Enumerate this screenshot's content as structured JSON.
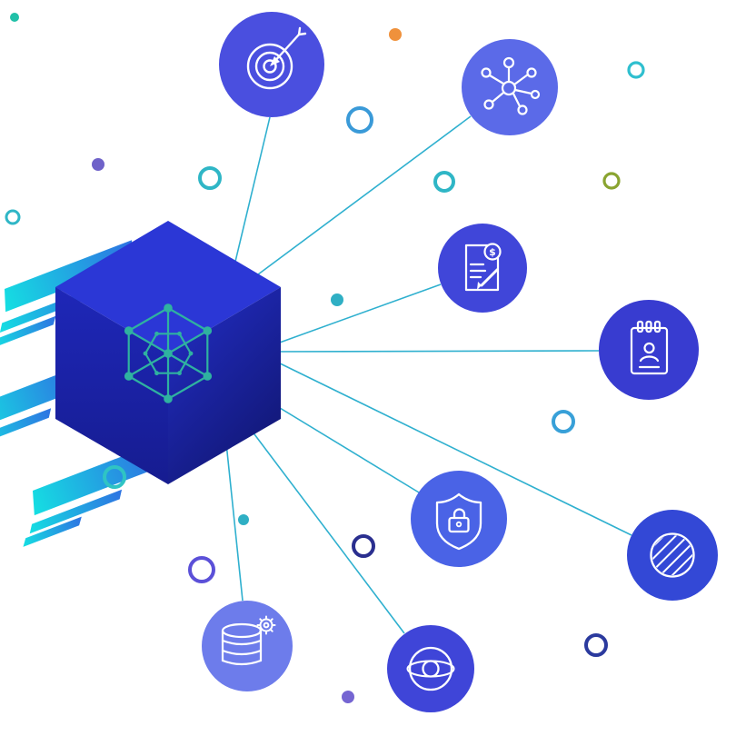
{
  "illustration": {
    "name": "connected-data-cube-network",
    "background": "#ffffff",
    "palette": {
      "icon_stroke": "#ffffff",
      "connector": "#2fb0cf",
      "wire": "#2fb2a0",
      "ribbon_from": "#15dfe2",
      "ribbon_to": "#2e72e2",
      "cube_top": "#2b37d6",
      "cube_left_from": "#1e27b8",
      "cube_left_to": "#161c90",
      "cube_right_from": "#232ec8",
      "cube_right_to": "#121878"
    },
    "cube": {
      "icon": "network-cube-icon"
    },
    "nodes": [
      {
        "name": "target-node",
        "icon": "target-arrow-icon",
        "color": "#4a4fdf"
      },
      {
        "name": "hub-node",
        "icon": "hub-network-icon",
        "color": "#5b6ae8"
      },
      {
        "name": "invoice-node",
        "icon": "invoice-dollar-icon",
        "color": "#4046d9",
        "badge": "$"
      },
      {
        "name": "contacts-node",
        "icon": "contact-notebook-icon",
        "color": "#383cd0"
      },
      {
        "name": "security-node",
        "icon": "shield-lock-icon",
        "color": "#4a63e6"
      },
      {
        "name": "sphere-node",
        "icon": "hatched-sphere-icon",
        "color": "#3348d6"
      },
      {
        "name": "database-node",
        "icon": "database-gear-icon",
        "color": "#6d7ceb"
      },
      {
        "name": "globe-node",
        "icon": "globe-lens-icon",
        "color": "#3f45d8"
      }
    ],
    "rings": [
      {
        "name": "ring-teal-1",
        "color": "#2fb6c6"
      },
      {
        "name": "ring-blue-1",
        "color": "#3a9ad8"
      },
      {
        "name": "ring-teal-2",
        "color": "#2fb6c6"
      },
      {
        "name": "ring-teal-3",
        "color": "#2fbfcf"
      },
      {
        "name": "ring-green-1",
        "color": "#8aa430"
      },
      {
        "name": "ring-blue-2",
        "color": "#38a0d8"
      },
      {
        "name": "ring-teal-4",
        "color": "#2fc4c4"
      },
      {
        "name": "ring-purple-1",
        "color": "#5b50d8"
      },
      {
        "name": "ring-navy-1",
        "color": "#2a2f8f"
      },
      {
        "name": "ring-navy-2",
        "color": "#2b3a9e"
      },
      {
        "name": "ring-teal-5",
        "color": "#2fb6c6"
      }
    ],
    "dots": [
      {
        "name": "dot-teal-green",
        "color": "#21c0a8"
      },
      {
        "name": "dot-orange",
        "color": "#ef913c"
      },
      {
        "name": "dot-purple",
        "color": "#6f62c9"
      },
      {
        "name": "dot-teal-1",
        "color": "#2fafc4"
      },
      {
        "name": "dot-teal-2",
        "color": "#2fafc4"
      },
      {
        "name": "dot-violet",
        "color": "#7565d2"
      }
    ]
  }
}
